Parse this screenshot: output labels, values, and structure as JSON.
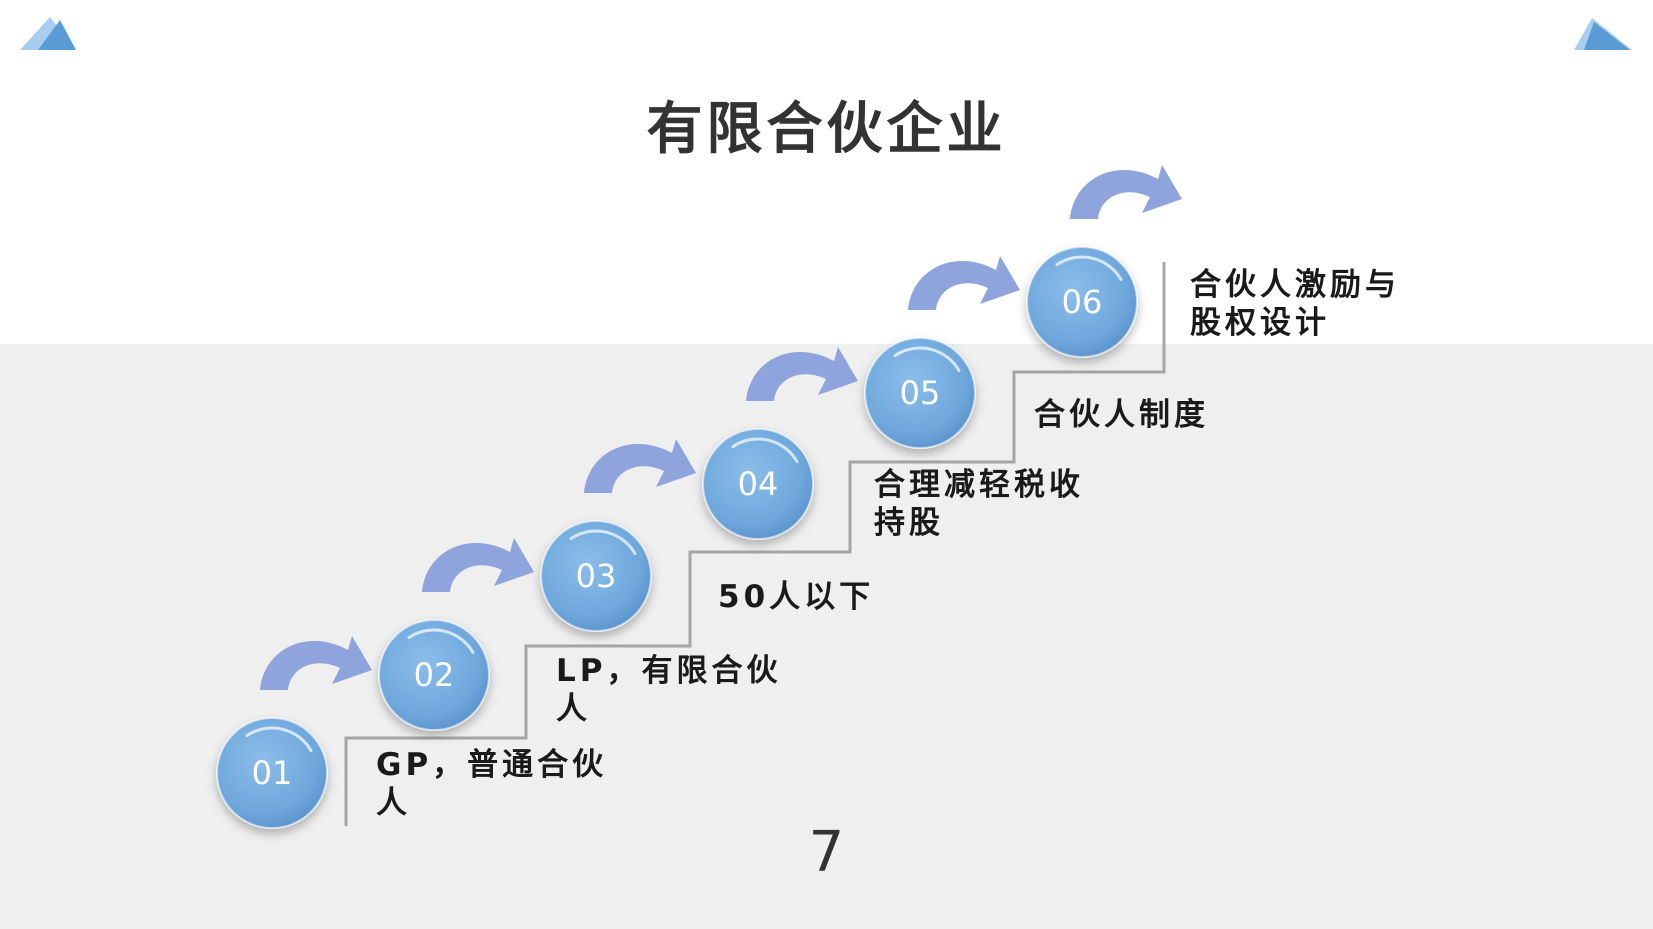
{
  "title": "有限合伙企业",
  "steps": [
    {
      "number": "01",
      "label": "GP，普通合伙人"
    },
    {
      "number": "02",
      "label": "LP，有限合伙人"
    },
    {
      "number": "03",
      "label": "50人以下"
    },
    {
      "number": "04",
      "label": "合理减轻税收持股"
    },
    {
      "number": "05",
      "label": "合伙人制度"
    },
    {
      "number": "06",
      "label": "合伙人激励与股权设计"
    }
  ],
  "page_number": "7",
  "colors": {
    "circle_fill": "#74acdf",
    "arrow_fill": "#8fa3dc",
    "band": "#efeff0",
    "stair_line": "#a5a5a5",
    "corner_dark": "#5b9bd5",
    "corner_light": "#a9cdee"
  },
  "icons": {
    "arrow": "curved-arrow-icon",
    "corner": "triangle-icon"
  }
}
